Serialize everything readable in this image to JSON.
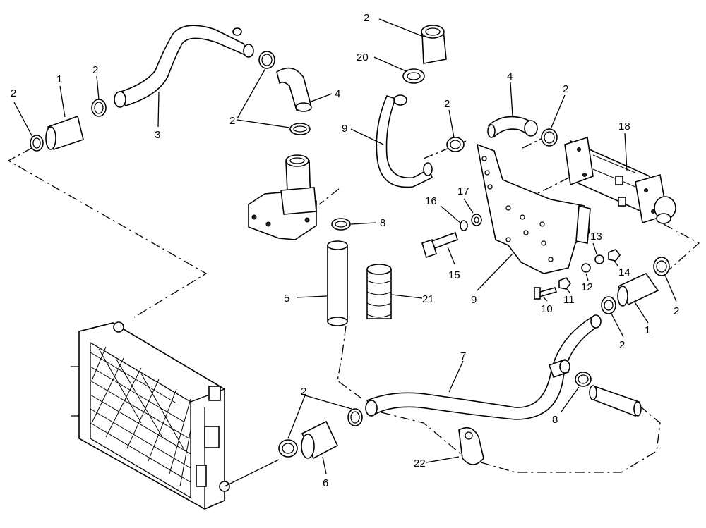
{
  "diagram": {
    "callouts": [
      {
        "id": "c-1a",
        "text": "1"
      },
      {
        "id": "c-2a",
        "text": "2"
      },
      {
        "id": "c-2b",
        "text": "2"
      },
      {
        "id": "c-3",
        "text": "3"
      },
      {
        "id": "c-2c",
        "text": "2"
      },
      {
        "id": "c-4a",
        "text": "4"
      },
      {
        "id": "c-2d",
        "text": "2"
      },
      {
        "id": "c-20",
        "text": "20"
      },
      {
        "id": "c-9a",
        "text": "9"
      },
      {
        "id": "c-2e",
        "text": "2"
      },
      {
        "id": "c-4b",
        "text": "4"
      },
      {
        "id": "c-2f",
        "text": "2"
      },
      {
        "id": "c-18",
        "text": "18"
      },
      {
        "id": "c-8a",
        "text": "8"
      },
      {
        "id": "c-16",
        "text": "16"
      },
      {
        "id": "c-17",
        "text": "17"
      },
      {
        "id": "c-13",
        "text": "13"
      },
      {
        "id": "c-14",
        "text": "14"
      },
      {
        "id": "c-15",
        "text": "15"
      },
      {
        "id": "c-12",
        "text": "12"
      },
      {
        "id": "c-9b",
        "text": "9"
      },
      {
        "id": "c-5",
        "text": "5"
      },
      {
        "id": "c-21",
        "text": "21"
      },
      {
        "id": "c-10",
        "text": "10"
      },
      {
        "id": "c-11",
        "text": "11"
      },
      {
        "id": "c-2g",
        "text": "2"
      },
      {
        "id": "c-1b",
        "text": "1"
      },
      {
        "id": "c-2h",
        "text": "2"
      },
      {
        "id": "c-7",
        "text": "7"
      },
      {
        "id": "c-8b",
        "text": "8"
      },
      {
        "id": "c-2i",
        "text": "2"
      },
      {
        "id": "c-6",
        "text": "6"
      },
      {
        "id": "c-22",
        "text": "22"
      }
    ]
  }
}
